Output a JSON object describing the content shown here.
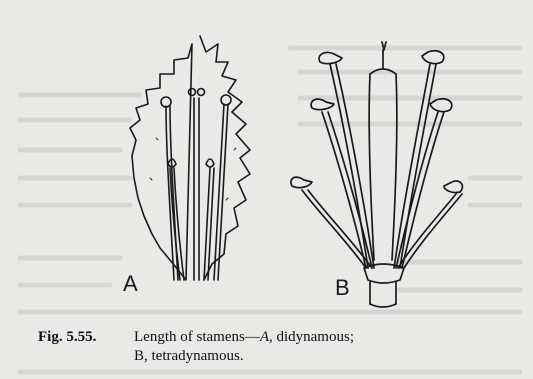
{
  "figure": {
    "panel_a_label": "A",
    "panel_b_label": "B",
    "caption": {
      "number": "Fig. 5.55.",
      "line1_prefix": "Length of stamens—",
      "line1_italic": "A",
      "line1_suffix": ", didynamous;",
      "line2": "B, tetradynamous."
    }
  },
  "colors": {
    "background": "#e9e9e6",
    "ink": "#1a1a1a",
    "bleed_through": "#d4d4d0"
  }
}
